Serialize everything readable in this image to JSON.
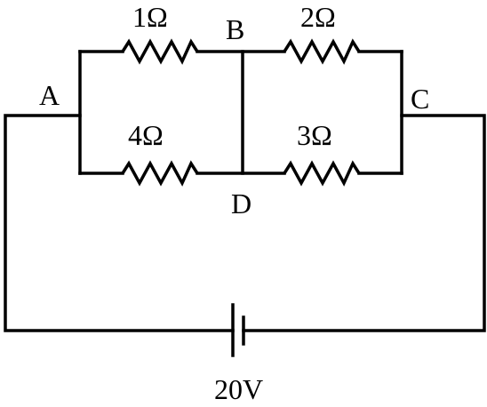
{
  "diagram": {
    "nodes": {
      "a": "A",
      "b": "B",
      "c": "C",
      "d": "D"
    },
    "resistors": {
      "r_ab": "1Ω",
      "r_bc": "2Ω",
      "r_ad": "4Ω",
      "r_dc": "3Ω"
    },
    "battery": {
      "voltage": "20V"
    }
  }
}
